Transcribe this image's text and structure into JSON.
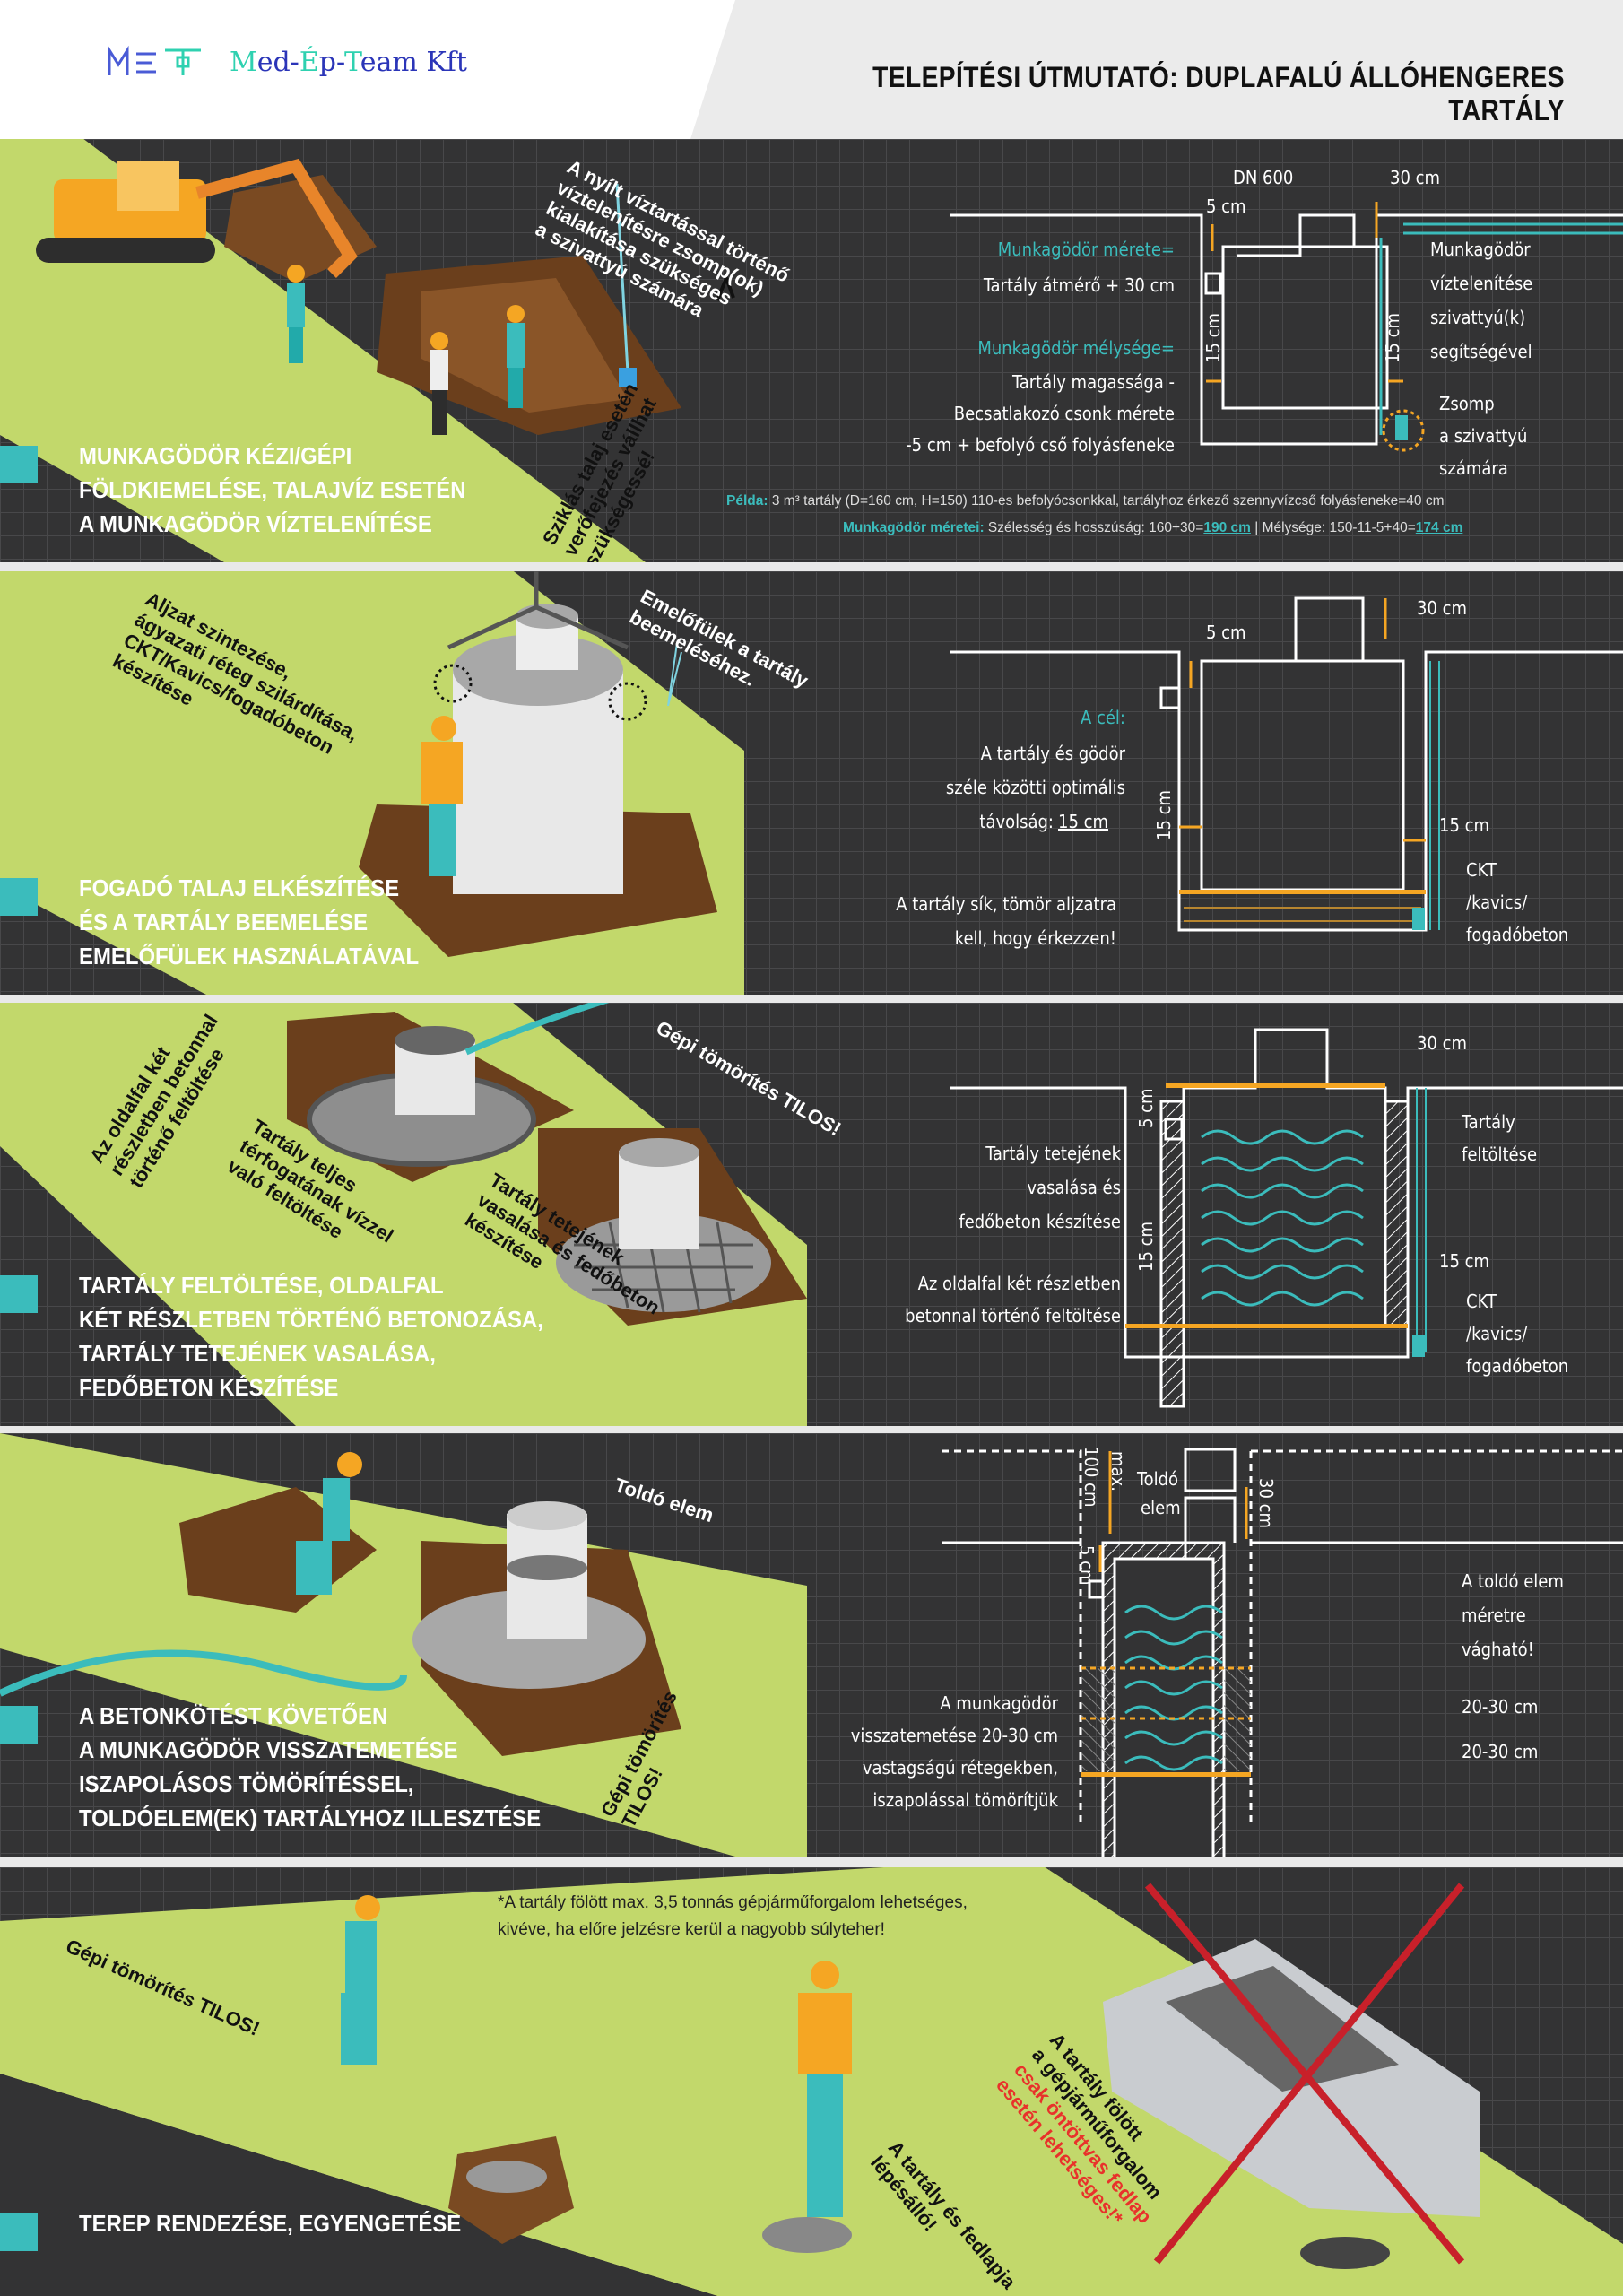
{
  "header": {
    "logo_text": "Med-Ép-Team Kft",
    "logo_parts": [
      "M",
      "ed-",
      "É",
      "p-",
      "T",
      "eam Kft"
    ],
    "title": "TELEPÍTÉSI ÚTMUTATÓ: DUPLAFALÚ ÁLLÓHENGERES TARTÁLY"
  },
  "colors": {
    "green": "#c2d86b",
    "dark": "#333334",
    "teal": "#3bbcbc",
    "orange": "#f5a623",
    "brown": "#7a4a22",
    "red": "#c8202a"
  },
  "panels": [
    {
      "title": [
        "MUNKAGÖDÖR KÉZI/GÉPI",
        "FÖLDKIEMELÉSE, TALAJVÍZ ESETÉN",
        "A MUNKAGÖDÖR VÍZTELENÍTÉSE"
      ],
      "callouts": {
        "dewatering": [
          "A nyílt víztartással történő",
          "víztelenítésre zsomp(ok)",
          "kialakítása szükséges",
          "a szivattyú számára"
        ],
        "rocky": [
          "Sziklás talaj esetén",
          "verőfejezés vállhat",
          "szükségessé!"
        ]
      },
      "diagram": {
        "dn": "DN 600",
        "top_gap": "30 cm",
        "inlet_gap": "5 cm",
        "side_left": "15 cm",
        "side_right": "15 cm",
        "size_label": "Munkagödör mérete=",
        "size_formula": "Tartály átmérő + 30 cm",
        "depth_label": "Munkagödör mélysége=",
        "depth_formula": [
          "Tartály magassága -",
          "Becsatlakozó csonk mérete",
          "-5 cm + befolyó cső folyásfeneke"
        ],
        "pump_note": [
          "Munkagödör",
          "víztelenítése",
          "szivattyú(k)",
          "segítségével"
        ],
        "sump_note": [
          "Zsomp",
          "a szivattyú",
          "számára"
        ]
      },
      "example": {
        "label": "Példa:",
        "text": "3 m³ tartály (D=160 cm, H=150) 110-es befolyócsonkkal, tartályhoz érkező szennyvízcső folyásfeneke=40 cm",
        "dims_label": "Munkagödör méretei:",
        "width_text": "Szélesség és hosszúság: 160+30=",
        "width_value": "190 cm",
        "separator": "|",
        "depth_text": "Mélysége: 150-11-5+40=",
        "depth_value": "174 cm"
      }
    },
    {
      "title": [
        "FOGADÓ TALAJ ELKÉSZÍTÉSE",
        "ÉS A TARTÁLY BEEMELÉSE",
        "EMELŐFÜLEK HASZNÁLATÁVAL"
      ],
      "callouts": {
        "base": [
          "Aljzat szintezése,",
          "ágyazati réteg szilárdítása,",
          "CKT/Kavics/fogadóbeton",
          "készítése"
        ],
        "lugs": [
          "Emelőfülek a tartály",
          "beemeléséhez."
        ]
      },
      "diagram": {
        "inlet_gap": "5 cm",
        "top_gap": "30 cm",
        "side_left": "15 cm",
        "side_right": "15 cm",
        "goal_label": "A cél:",
        "goal_text": [
          "A tartály és gödör",
          "széle közötti optimális",
          "távolság:"
        ],
        "goal_value": "15 cm",
        "base_note": [
          "A tartály sík, tömör aljzatra",
          "kell, hogy érkezzen!"
        ],
        "bed": [
          "CKT",
          "/kavics/",
          "fogadóbeton"
        ]
      }
    },
    {
      "title": [
        "TARTÁLY FELTÖLTÉSE, OLDALFAL",
        "KÉT RÉSZLETBEN TÖRTÉNŐ BETONOZÁSA,",
        "TARTÁLY TETEJÉNEK VASALÁSA,",
        "FEDŐBETON KÉSZÍTÉSE"
      ],
      "callouts": {
        "sidewall": [
          "Az oldalfal két",
          "részletben betonnal",
          "történő feltöltése"
        ],
        "fill": [
          "Tartály teljes",
          "térfogatának vízzel",
          "való feltöltése"
        ],
        "rebar": [
          "Tartály tetejének",
          "vasalása és fedőbeton",
          "készítése"
        ],
        "no_compaction": "Gépi tömörítés TILOS!"
      },
      "diagram": {
        "top_gap": "30 cm",
        "inlet_gap": "5 cm",
        "side_left": "15 cm",
        "side_right": "15 cm",
        "rebar_note": [
          "Tartály tetejének",
          "vasalása és",
          "fedőbeton készítése"
        ],
        "fill_note": [
          "Tartály",
          "feltöltése"
        ],
        "wall_note": [
          "Az oldalfal két részletben",
          "betonnal történő feltöltése"
        ],
        "bed": [
          "CKT",
          "/kavics/",
          "fogadóbeton"
        ]
      }
    },
    {
      "title": [
        "A BETONKÖTÉST KÖVETŐEN",
        "A MUNKAGÖDÖR VISSZATEMETÉSE",
        "ISZAPOLÁSOS TÖMÖRÍTÉSSEL,",
        "TOLDÓELEM(EK) TARTÁLYHOZ ILLESZTÉSE"
      ],
      "callouts": {
        "extension": "Toldó elem",
        "no_compaction": [
          "Gépi tömörítés",
          "TILOS!"
        ]
      },
      "diagram": {
        "max_height": "100 cm",
        "max_label": "max.",
        "inlet_gap": "5 cm",
        "top_gap": "30 cm",
        "extension": [
          "Toldó",
          "elem"
        ],
        "cut_note": [
          "A toldó elem",
          "méretre",
          "vágható!"
        ],
        "layer1": "20-30 cm",
        "layer2": "20-30 cm",
        "backfill_note": [
          "A munkagödör",
          "visszatemetése 20-30 cm",
          "vastagságú rétegekben,",
          "iszapolással tömörítjük"
        ]
      }
    },
    {
      "title": [
        "TEREP RENDEZÉSE, EGYENGETÉSE"
      ],
      "callouts": {
        "no_compaction": "Gépi tömörítés TILOS!",
        "footnote": [
          "*A tartály fölött max. 3,5 tonnás gépjárműforgalom lehetséges,",
          "kivéve, ha előre jelzésre kerül a nagyobb súlyteher!"
        ],
        "traffic": [
          "A tartály fölött",
          "a gépjárműforgalom"
        ],
        "traffic_red": [
          "csak öntöttvas fedlap",
          "esetén lehetséges!*"
        ],
        "walkable": [
          "A tartály és fedlapja",
          "lépésálló!"
        ]
      }
    }
  ]
}
